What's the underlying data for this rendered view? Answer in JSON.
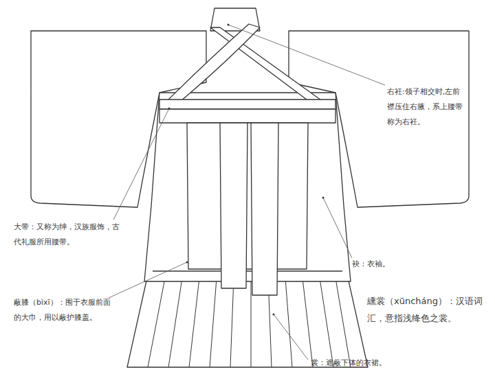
{
  "diagram": {
    "labels": [
      "右衽:领子相交时,左前襟压住右腋，系上腰带称为右衽。",
      "大带：又称为绅，汉族服饰，古代礼服所用腰带。",
      "袂：衣袖。",
      "蔽膝（bìxī）：围于衣服前面的大巾，用以蔽护膝盖。",
      "纁裳（xūncháng）：汉语词汇，意指浅绛色之裳。",
      "裳：遮蔽下体的衣裙。"
    ]
  }
}
